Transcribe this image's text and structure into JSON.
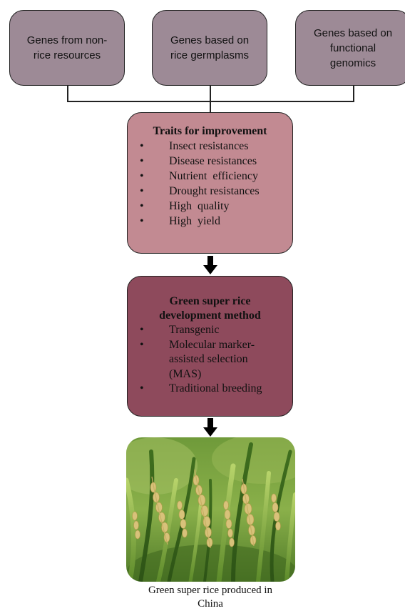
{
  "sources": [
    {
      "lines": [
        "Genes from non-",
        "rice resources"
      ]
    },
    {
      "lines": [
        "Genes based on",
        "rice germplasms"
      ]
    },
    {
      "lines": [
        "Genes based on",
        "functional",
        "genomics"
      ]
    }
  ],
  "traits": {
    "title": "Traits for improvement",
    "bullet": "•",
    "items": [
      "Insect resistances",
      "Disease resistances",
      "Nutrient  efficiency",
      "Drought resistances",
      "High  quality",
      "High  yield"
    ]
  },
  "method": {
    "title_lines": [
      "Green super rice",
      "development method"
    ],
    "bullet": "•",
    "items": [
      {
        "lines": [
          "Transgenic"
        ]
      },
      {
        "lines": [
          "Molecular marker-",
          "assisted selection",
          "(MAS)"
        ]
      },
      {
        "lines": [
          "Traditional breeding"
        ]
      }
    ]
  },
  "caption": {
    "lines": [
      "Green super rice produced in",
      "China"
    ]
  },
  "colors": {
    "source_box": "#9d8a96",
    "traits_box": "#c28a92",
    "method_box": "#8e4a5c"
  }
}
